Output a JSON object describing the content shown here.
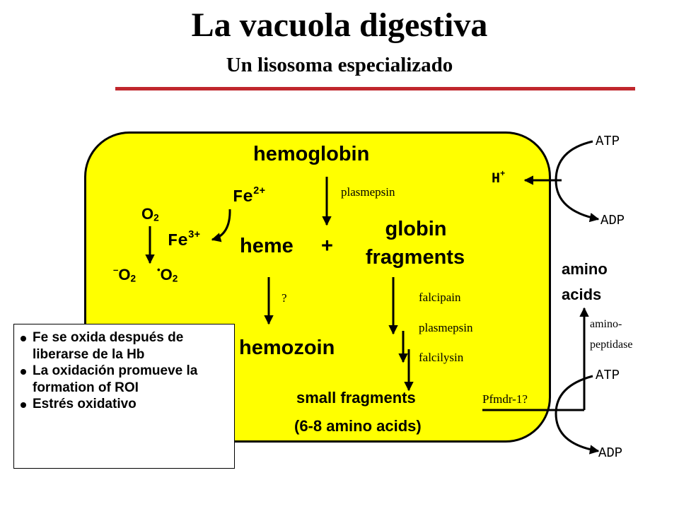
{
  "header": {
    "title": "La vacuola digestiva",
    "subtitle": "Un lisosoma especializado"
  },
  "colors": {
    "vacuole_fill": "#ffff00",
    "title_rule": "#c0272d",
    "outline": "#000000"
  },
  "diagram": {
    "hemoglobin": "hemoglobin",
    "plasmepsin_1": "plasmepsin",
    "fe2": {
      "symbol": "Fe",
      "charge": "2+"
    },
    "fe3": {
      "symbol": "Fe",
      "charge": "3+"
    },
    "o2": {
      "symbol": "O",
      "sub": "2"
    },
    "superoxide": {
      "prefix": "–",
      "symbol": "O",
      "sub": "2"
    },
    "radical": {
      "prefix": "•",
      "symbol": "O",
      "sub": "2"
    },
    "heme": "heme",
    "plus": "+",
    "globin_line1": "globin",
    "globin_line2": "fragments",
    "unknown": "?",
    "hemozoin": "hemozoin",
    "falcipain": "falcipain",
    "plasmepsin_2": "plasmepsin",
    "falcilysin": "falcilysin",
    "small_fragments_line1": "small fragments",
    "small_fragments_line2": "(6-8 amino acids)",
    "pfmdr": "Pfmdr-1?",
    "h_plus": {
      "symbol": "H",
      "charge": "+"
    },
    "atp_top": "ATP",
    "adp_top": "ADP",
    "amino_acids_line1": "amino",
    "amino_acids_line2": "acids",
    "aminopeptidase_line1": "amino-",
    "aminopeptidase_line2": "peptidase",
    "atp_bottom": "ATP",
    "adp_bottom": "ADP"
  },
  "info_box": {
    "items": [
      "Fe se oxida después de liberarse de la Hb",
      "La oxidación promueve la formation of ROI",
      "Estrés oxidativo"
    ]
  }
}
